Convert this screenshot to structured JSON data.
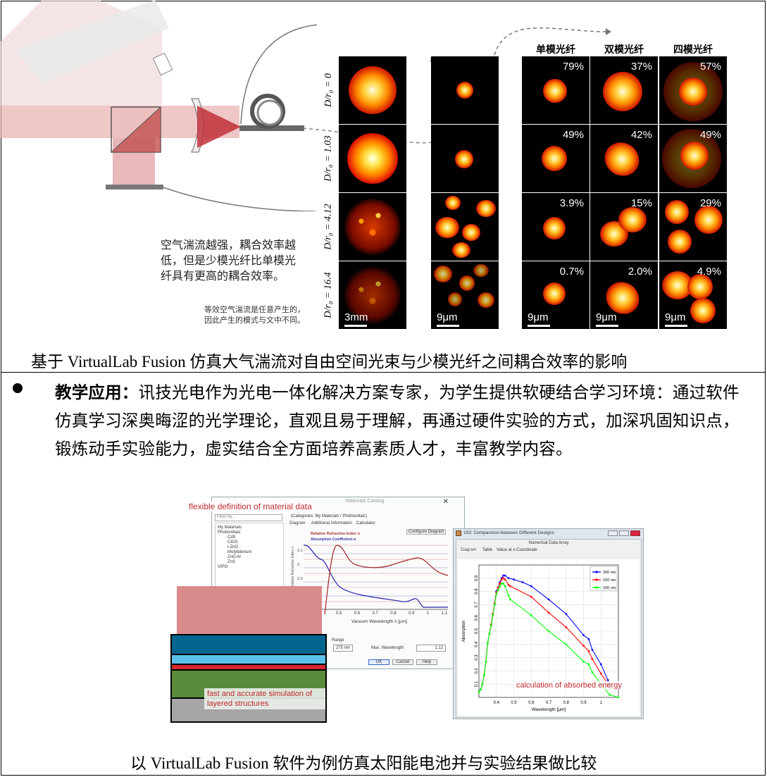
{
  "figure1": {
    "column_headers": [
      "单模光纤",
      "双模光纤",
      "四模光纤"
    ],
    "row_labels": [
      "D/r₀ = 0",
      "D/r₀ = 1.03",
      "D/r₀ = 4.12",
      "D/r₀ = 16.4"
    ],
    "scale_bars": {
      "col1": "3mm",
      "col2": "9μm",
      "col3": "9μm",
      "col4": "9μm",
      "col5": "9μm"
    },
    "efficiencies": [
      [
        "79%",
        "37%",
        "57%"
      ],
      [
        "49%",
        "42%",
        "49%"
      ],
      [
        "3.9%",
        "15%",
        "29%"
      ],
      [
        "0.7%",
        "2.0%",
        "4.9%"
      ]
    ],
    "annotation": "空气湍流越强，耦合效率越低，但是少模光纤比单模光纤具有更高的耦合效率。",
    "annotation_lines": [
      "空气湍流越强，耦合效率越",
      "低，但是少模光纤比单模光",
      "纤具有更高的耦合效率。"
    ],
    "note_lines": [
      "等效空气湍流是任意产生的，",
      "因此产生的模式与文中不同。"
    ],
    "caption": "基于 VirtualLab Fusion 仿真大气湍流对自由空间光束与少模光纤之间耦合效率的影响"
  },
  "bullet": {
    "heading": "教学应用：",
    "body": "讯技光电作为光电一体化解决方案专家，为学生提供软硬结合学习环境：通过软件仿真学习深奥晦涩的光学理论，直观且易于理解，再通过硬件实验的方式，加深巩固知识点，锻炼动手实验能力，虚实结合全方面培养高素质人才，丰富教学内容。"
  },
  "figure2": {
    "material_dialog": {
      "title": "Materials Catalog",
      "label": "flexible definition of material data",
      "filter_placeholder": "Filter by...",
      "category": "(Categories: My Materials / Photovoltaic)",
      "tree": [
        "My Materials",
        "Photovoltaic",
        "CdS",
        "CIGS",
        "i-ZnO",
        "Molybdenum",
        "ZnO:Al",
        "ZnS",
        "VIPO"
      ],
      "tabs": [
        "Diagram",
        "Additional Information",
        "Calculator"
      ],
      "configure_button": "Configure Diagram",
      "legend": [
        "Relative Refractive Index n",
        "Absorption Coefficient α"
      ],
      "y_label": "Relative Refractive Index n",
      "y_ticks": [
        "3.1",
        "3",
        "2.9"
      ],
      "x_ticks": [
        "0.5",
        "0.6",
        "0.7",
        "0.8",
        "0.9",
        "1",
        "1.1"
      ],
      "x_label": "Vacuum Wavelength λ [μm]",
      "range_label": "Range",
      "min_value": "275 nm",
      "max_label": "Max. Wavelength",
      "max_value": "1.12",
      "buttons": [
        "OK",
        "Cancel",
        "Help"
      ]
    },
    "layer_label": "fast and accurate simulation of layered structures",
    "layer_colors": [
      "#d98a8a",
      "#03668f",
      "#5bc0ea",
      "#d9262e",
      "#5a8a3c",
      "#a6a6a6"
    ],
    "chart_window": {
      "title": "153: Comparision between Different Designs",
      "subtitle": "Numerical Data Array",
      "tabs": [
        "Diagram",
        "Table",
        "Value at x-Coordinate"
      ],
      "label": "calculation of absorbed energy"
    },
    "caption": "以 VirtualLab Fusion 软件为例仿真太阳能电池并与实验结果做比较"
  },
  "chart_data": {
    "type": "line",
    "title": "",
    "xlabel": "Wavelength [μm]",
    "ylabel": "Absorption",
    "xlim": [
      0.3,
      1.1
    ],
    "ylim": [
      0,
      1
    ],
    "x_ticks": [
      "0.4",
      "0.5",
      "0.6",
      "0.7",
      "0.8",
      "0.9",
      "1"
    ],
    "y_ticks": [
      "0.1",
      "0.2",
      "0.3",
      "0.4",
      "0.5",
      "0.6",
      "0.7",
      "0.8",
      "0.9"
    ],
    "legend": "top-right",
    "series": [
      {
        "name": "200 nm",
        "color": "#1a1aff",
        "x": [
          0.3,
          0.31,
          0.32,
          0.33,
          0.34,
          0.35,
          0.36,
          0.37,
          0.38,
          0.39,
          0.4,
          0.41,
          0.42,
          0.43,
          0.44,
          0.45,
          0.47,
          0.5,
          0.55,
          0.6,
          0.7,
          0.8,
          0.9,
          0.93,
          0.95,
          1.0,
          1.04,
          1.05
        ],
        "y": [
          0.04,
          0.06,
          0.1,
          0.17,
          0.27,
          0.41,
          0.48,
          0.55,
          0.63,
          0.71,
          0.8,
          0.83,
          0.87,
          0.9,
          0.92,
          0.92,
          0.9,
          0.89,
          0.87,
          0.84,
          0.74,
          0.63,
          0.47,
          0.44,
          0.36,
          0.25,
          0.13,
          0.09
        ]
      },
      {
        "name": "150 nm",
        "color": "#ff1a1a",
        "x": [
          0.3,
          0.31,
          0.32,
          0.33,
          0.34,
          0.35,
          0.36,
          0.37,
          0.38,
          0.39,
          0.4,
          0.41,
          0.42,
          0.43,
          0.44,
          0.45,
          0.47,
          0.48,
          0.6,
          0.7,
          0.8,
          0.9,
          0.93,
          0.95,
          1.0,
          1.04
        ],
        "y": [
          0.04,
          0.06,
          0.1,
          0.17,
          0.27,
          0.41,
          0.48,
          0.55,
          0.63,
          0.71,
          0.79,
          0.83,
          0.86,
          0.89,
          0.9,
          0.89,
          0.85,
          0.84,
          0.76,
          0.64,
          0.53,
          0.39,
          0.35,
          0.29,
          0.18,
          0.1
        ]
      },
      {
        "name": "100 nm",
        "color": "#1aff1a",
        "x": [
          0.3,
          0.31,
          0.32,
          0.33,
          0.34,
          0.35,
          0.36,
          0.37,
          0.38,
          0.39,
          0.4,
          0.41,
          0.42,
          0.43,
          0.44,
          0.45,
          0.47,
          0.48,
          0.6,
          0.7,
          0.8,
          0.9,
          0.93,
          0.95,
          1.0,
          1.05,
          1.1
        ],
        "y": [
          0.04,
          0.06,
          0.1,
          0.17,
          0.27,
          0.41,
          0.48,
          0.54,
          0.62,
          0.7,
          0.78,
          0.81,
          0.84,
          0.86,
          0.86,
          0.84,
          0.77,
          0.74,
          0.62,
          0.5,
          0.4,
          0.27,
          0.25,
          0.19,
          0.1,
          0.02,
          0.0
        ]
      }
    ]
  }
}
